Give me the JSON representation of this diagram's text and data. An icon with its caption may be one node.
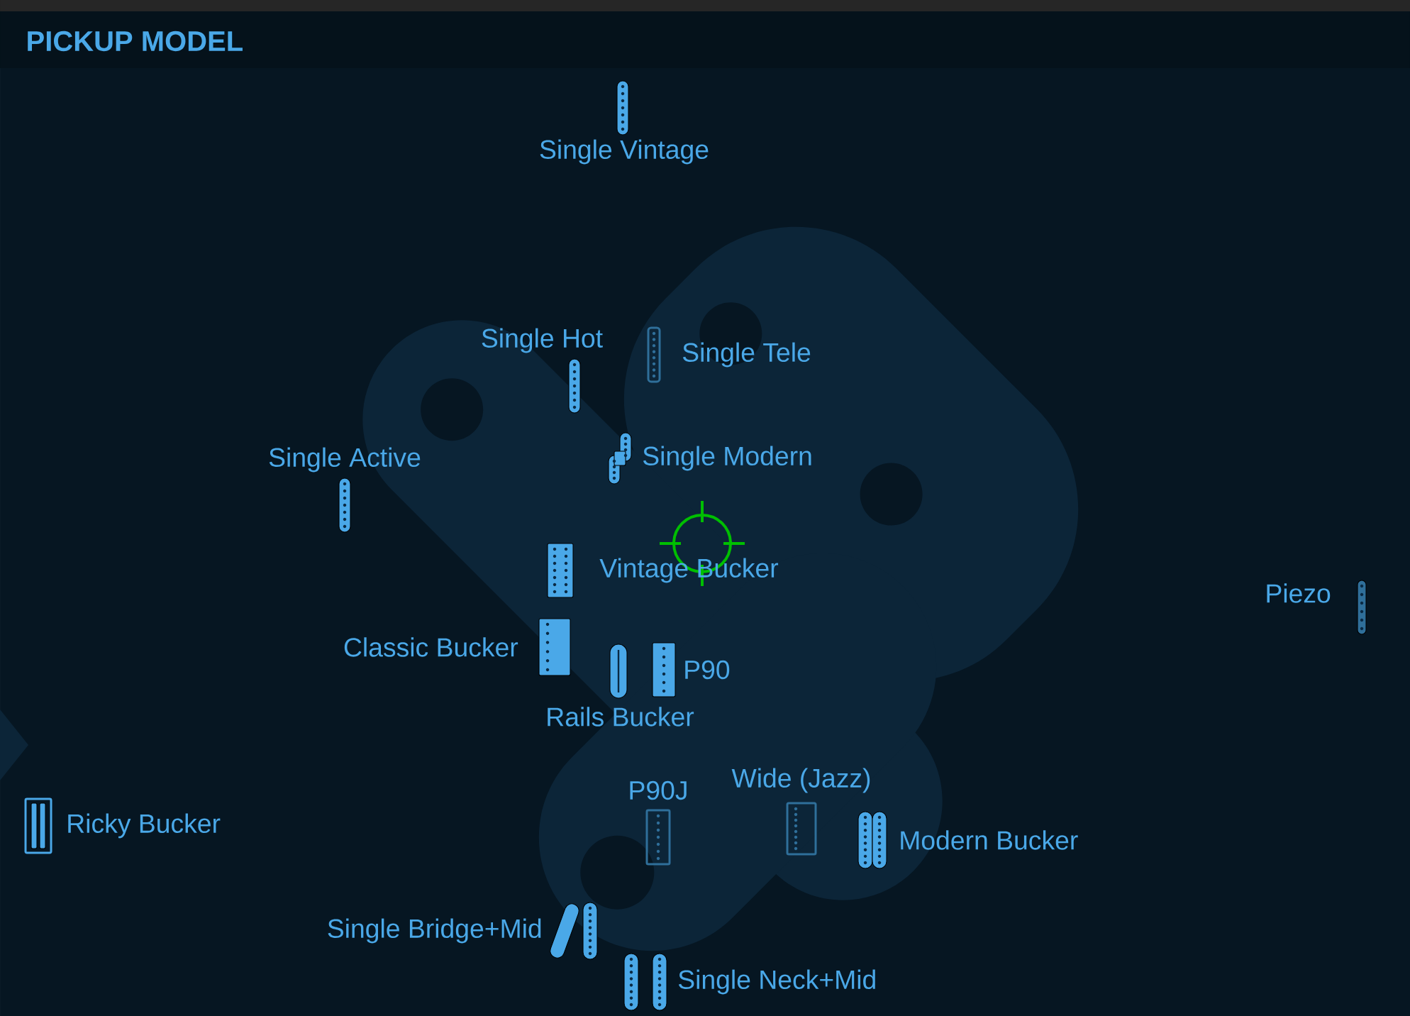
{
  "diagram": {
    "title": "PICKUP MODEL",
    "nodes": [
      {
        "text": [],
        "shape": "bar",
        "beside": [
          "Single Vintage"
        ]
      },
      {
        "text": [],
        "shape": "bar",
        "beside": [
          "Single Hot"
        ]
      },
      {
        "text": [],
        "shape": "bar",
        "beside": [
          "Single Tele"
        ]
      },
      {
        "text": [],
        "shape": "bar",
        "beside": [
          "Single Active"
        ]
      },
      {
        "text": [],
        "shape": "bar",
        "beside": [
          "Single Modern"
        ]
      },
      {
        "text": [],
        "shape": "bar",
        "beside": [
          "Vintage Bucker"
        ]
      },
      {
        "text": [],
        "shape": "bar",
        "beside": [
          "Piezo"
        ]
      },
      {
        "text": [],
        "shape": "bar",
        "beside": [
          "Classic Bucker"
        ]
      },
      {
        "text": [],
        "shape": "bar",
        "beside": [
          "Rails Bucker"
        ]
      },
      {
        "text": [],
        "shape": "bar",
        "beside": [
          "P90"
        ]
      },
      {
        "text": [],
        "shape": "bar",
        "beside": [
          "Ricky Bucker"
        ]
      },
      {
        "text": [],
        "shape": "bar",
        "beside": [
          "P90J"
        ]
      },
      {
        "text": [],
        "shape": "bar",
        "beside": [
          "Wide (Jazz)"
        ]
      },
      {
        "text": [],
        "shape": "bar",
        "beside": [
          "Modern Bucker"
        ]
      },
      {
        "text": [],
        "shape": "bar",
        "beside": [
          "Single Bridge+Mid"
        ]
      },
      {
        "text": [],
        "shape": "bar",
        "beside": [
          "Single Neck+Mid"
        ]
      }
    ]
  }
}
